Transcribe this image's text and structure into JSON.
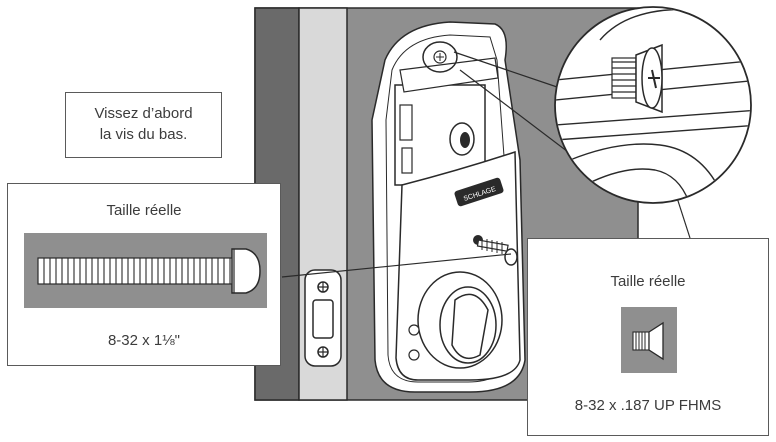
{
  "instruction": {
    "line1": "Vissez d’abord",
    "line2": "la vis du bas."
  },
  "bolt_callout": {
    "title": "Taille réelle",
    "size": "8-32 x 1⅛\""
  },
  "screw_callout": {
    "title": "Taille réelle",
    "size": "8-32 x .187 UP FHMS"
  },
  "brand_badge": "SCHLAGE",
  "colors": {
    "wall": "#8f8f8f",
    "wall_edge": "#6a6a6a",
    "door_edge": "#d9d9d9",
    "outline": "#2a2a2a",
    "hardware_fill": "#ffffff",
    "text": "#3c3c3c"
  }
}
